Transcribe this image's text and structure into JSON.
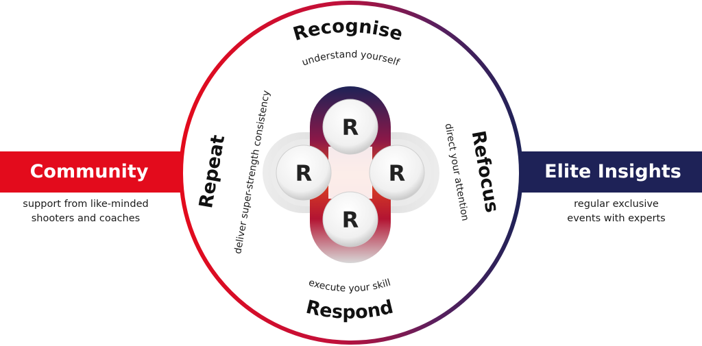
{
  "community": {
    "title": "Community",
    "line1": "support from like-minded",
    "line2": "shooters and coaches"
  },
  "elite": {
    "title": "Elite Insights",
    "line1": "regular exclusive",
    "line2": "events with experts"
  },
  "cycle": {
    "recognise": {
      "title": "Recognise",
      "sub": "understand yourself"
    },
    "refocus": {
      "title": "Refocus",
      "sub": "direct your attention"
    },
    "respond": {
      "title": "Respond",
      "sub": "execute your skill"
    },
    "repeat": {
      "title": "Repeat",
      "sub": "deliver super-strength consistency"
    }
  },
  "hub": {
    "letter": "R"
  },
  "colors": {
    "red": "#e30b1c",
    "navy": "#1e2257"
  }
}
